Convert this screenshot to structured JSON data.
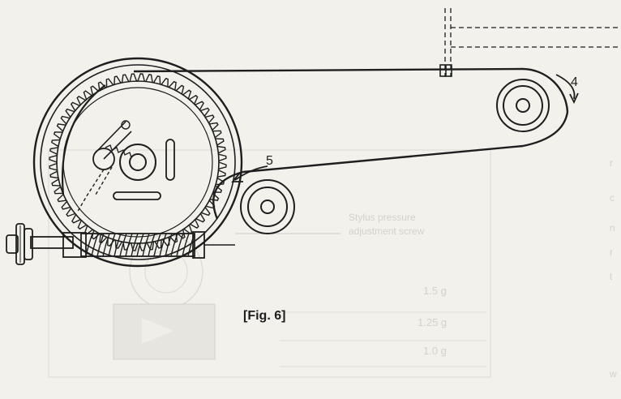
{
  "figure": {
    "caption": "[Fig. 6]",
    "callouts": [
      {
        "id": "arrow-4",
        "label": "4"
      },
      {
        "id": "arrow-5",
        "label": "5"
      }
    ]
  },
  "show_through": {
    "title_line1": "Stylus pressure",
    "title_line2": "adjustment screw",
    "scale_values": [
      "1.5 g",
      "1.25 g",
      "1.0 g"
    ]
  },
  "colors": {
    "paper": "#f2f1ec",
    "ink": "#1e1e1e",
    "bleed_ink": "#b9b7b0"
  }
}
